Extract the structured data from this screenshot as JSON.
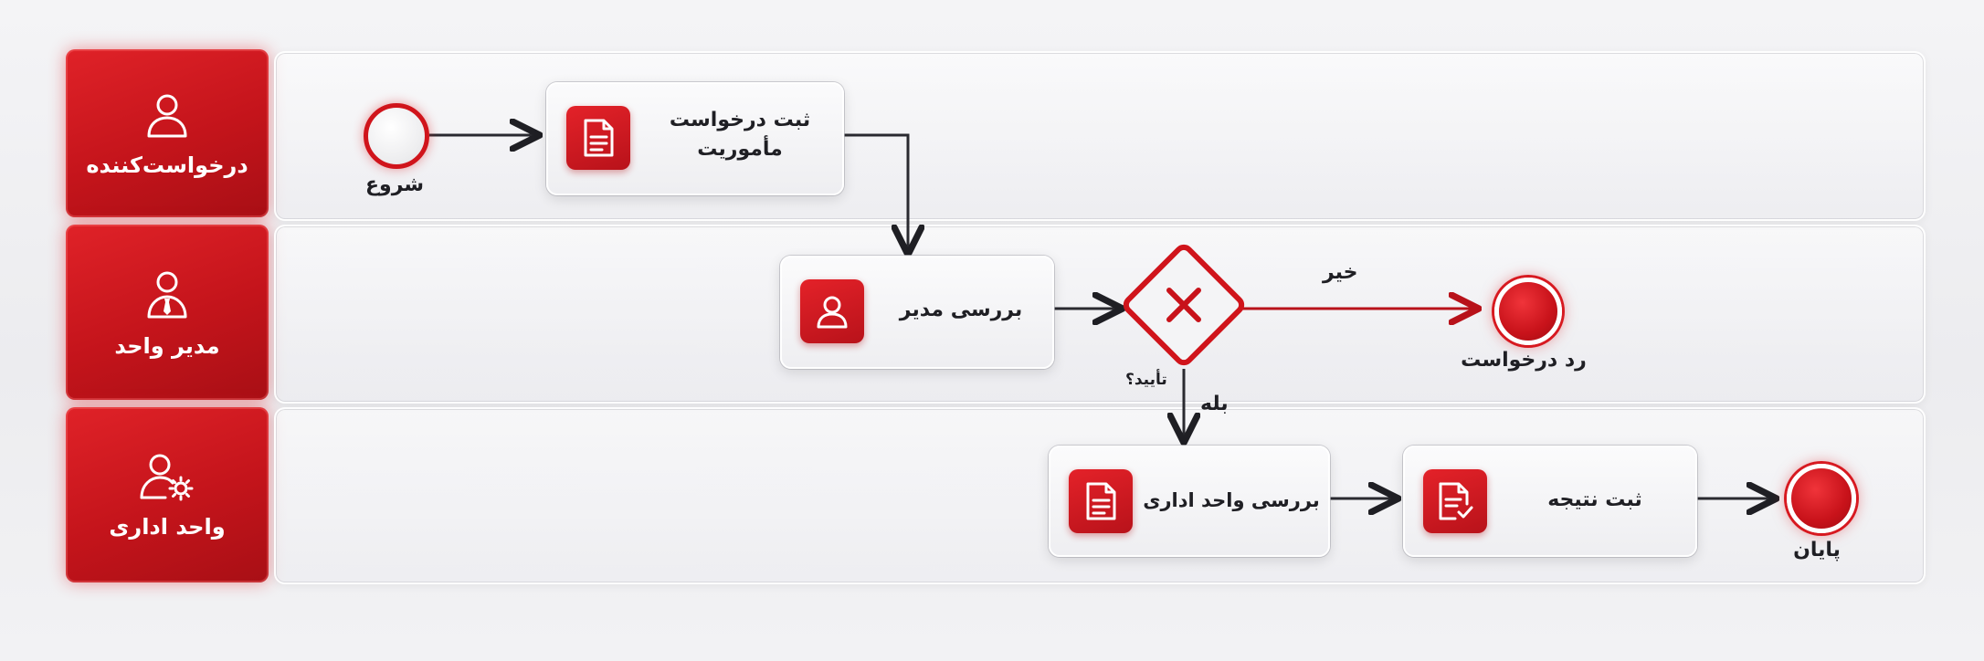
{
  "colors": {
    "accent": "#d71920",
    "accent_dark": "#a80f15",
    "text": "#1f1f24",
    "lane_bg": "#ececef"
  },
  "lanes": [
    {
      "label": "درخواست‌کننده",
      "icon": "user-icon"
    },
    {
      "label": "مدیر واحد",
      "icon": "manager-icon"
    },
    {
      "label": "واحد اداری",
      "icon": "user-settings-icon"
    }
  ],
  "events": {
    "start": {
      "label": "شروع"
    },
    "reject": {
      "label": "رد درخواست"
    },
    "end": {
      "label": "پایان"
    }
  },
  "tasks": {
    "submit_request": {
      "line1": "ثبت درخواست",
      "line2": "مأموریت",
      "icon": "document-icon"
    },
    "manager_review": {
      "label": "بررسی مدیر",
      "icon": "user-icon"
    },
    "admin_review": {
      "label": "بررسی واحد اداری",
      "icon": "document-icon"
    },
    "record_result": {
      "label": "ثبت نتیجه",
      "icon": "document-check-icon"
    }
  },
  "gateway": {
    "question": "تأیید؟",
    "yes_label": "بله",
    "no_label": "خیر",
    "icon": "x-icon"
  }
}
